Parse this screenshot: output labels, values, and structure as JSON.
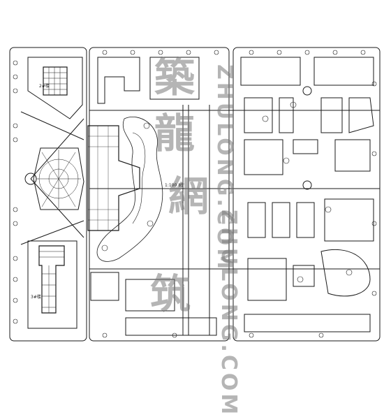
{
  "drawing": {
    "kind": "site-plan",
    "line_color": "#1a1a1a",
    "background": "#ffffff"
  },
  "watermark": {
    "text_cn_top": "築",
    "text_cn_mid": "龍",
    "text_cn_bot": "網",
    "text_cn_b2": "筑",
    "text_en_top": "ZHULONG.COM",
    "text_en_bot": "ZHULONG.COM",
    "color": "#787878"
  },
  "labels": {
    "center": "1:100.85",
    "left_a": "2#楼",
    "left_b": "3#楼"
  }
}
